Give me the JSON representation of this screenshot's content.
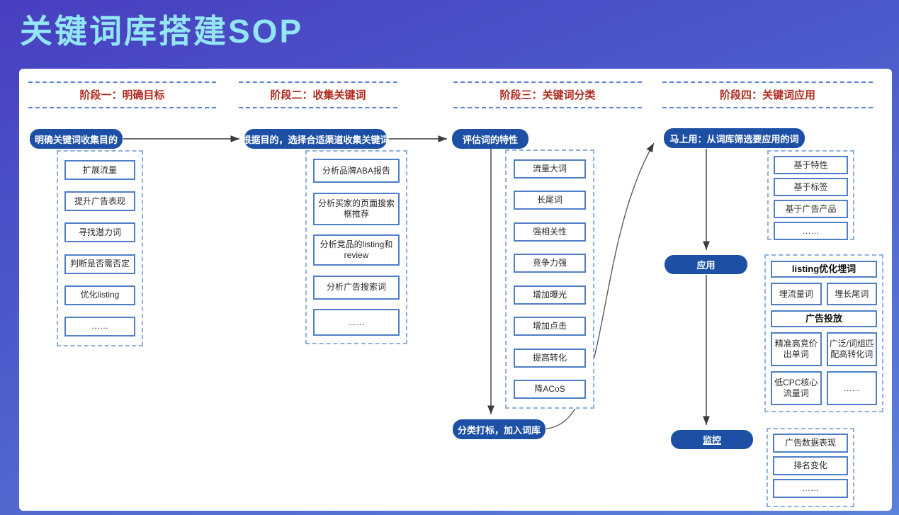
{
  "title": "关键词库搭建SOP",
  "colors": {
    "background_top": "#483fc0",
    "background_bottom": "#5b82dc",
    "title_text": "#93e6f4",
    "phase_header_text": "#b02b20",
    "dashed_line": "#5b84d6",
    "pill_background": "#1d50a5",
    "pill_text": "#ffffff",
    "box_border": "#4f7ec7",
    "arrow": "#3c3c3c"
  },
  "phases": [
    {
      "header": "阶段一：明确目标",
      "pill": "明确关键词收集目的",
      "items": [
        "扩展流量",
        "提升广告表现",
        "寻找潜力词",
        "判断是否需否定",
        "优化listing",
        "……"
      ]
    },
    {
      "header": "阶段二：收集关键词",
      "pill": "根据目的，选择合适渠道收集关键词",
      "items": [
        "分析品牌ABA报告",
        "分析买家的页面搜索框推荐",
        "分析竞品的listing和review",
        "分析广告搜索词",
        "……"
      ]
    },
    {
      "header": "阶段三：关键词分类",
      "pill": "评估词的特性",
      "items": [
        "流量大词",
        "长尾词",
        "强相关性",
        "竞争力强",
        "增加曝光",
        "增加点击",
        "提高转化",
        "降ACoS"
      ],
      "bottom_pill": "分类打标，加入词库"
    },
    {
      "header": "阶段四：关键词应用",
      "pill": "马上用：从词库筛选要应用的词",
      "filter_items": [
        "基于特性",
        "基于标签",
        "基于广告产品",
        "……"
      ],
      "apply_pill": "应用",
      "listing_section": {
        "header": "listing优化埋词",
        "items": [
          "埋流量词",
          "埋长尾词"
        ]
      },
      "ad_section": {
        "header": "广告投放",
        "items": [
          "精准高竞价出单词",
          "广泛/词组匹配高转化词",
          "低CPC核心流量词",
          "……"
        ]
      },
      "monitor_pill": "监控",
      "monitor_items": [
        "广告数据表现",
        "排名变化",
        "……"
      ]
    }
  ]
}
